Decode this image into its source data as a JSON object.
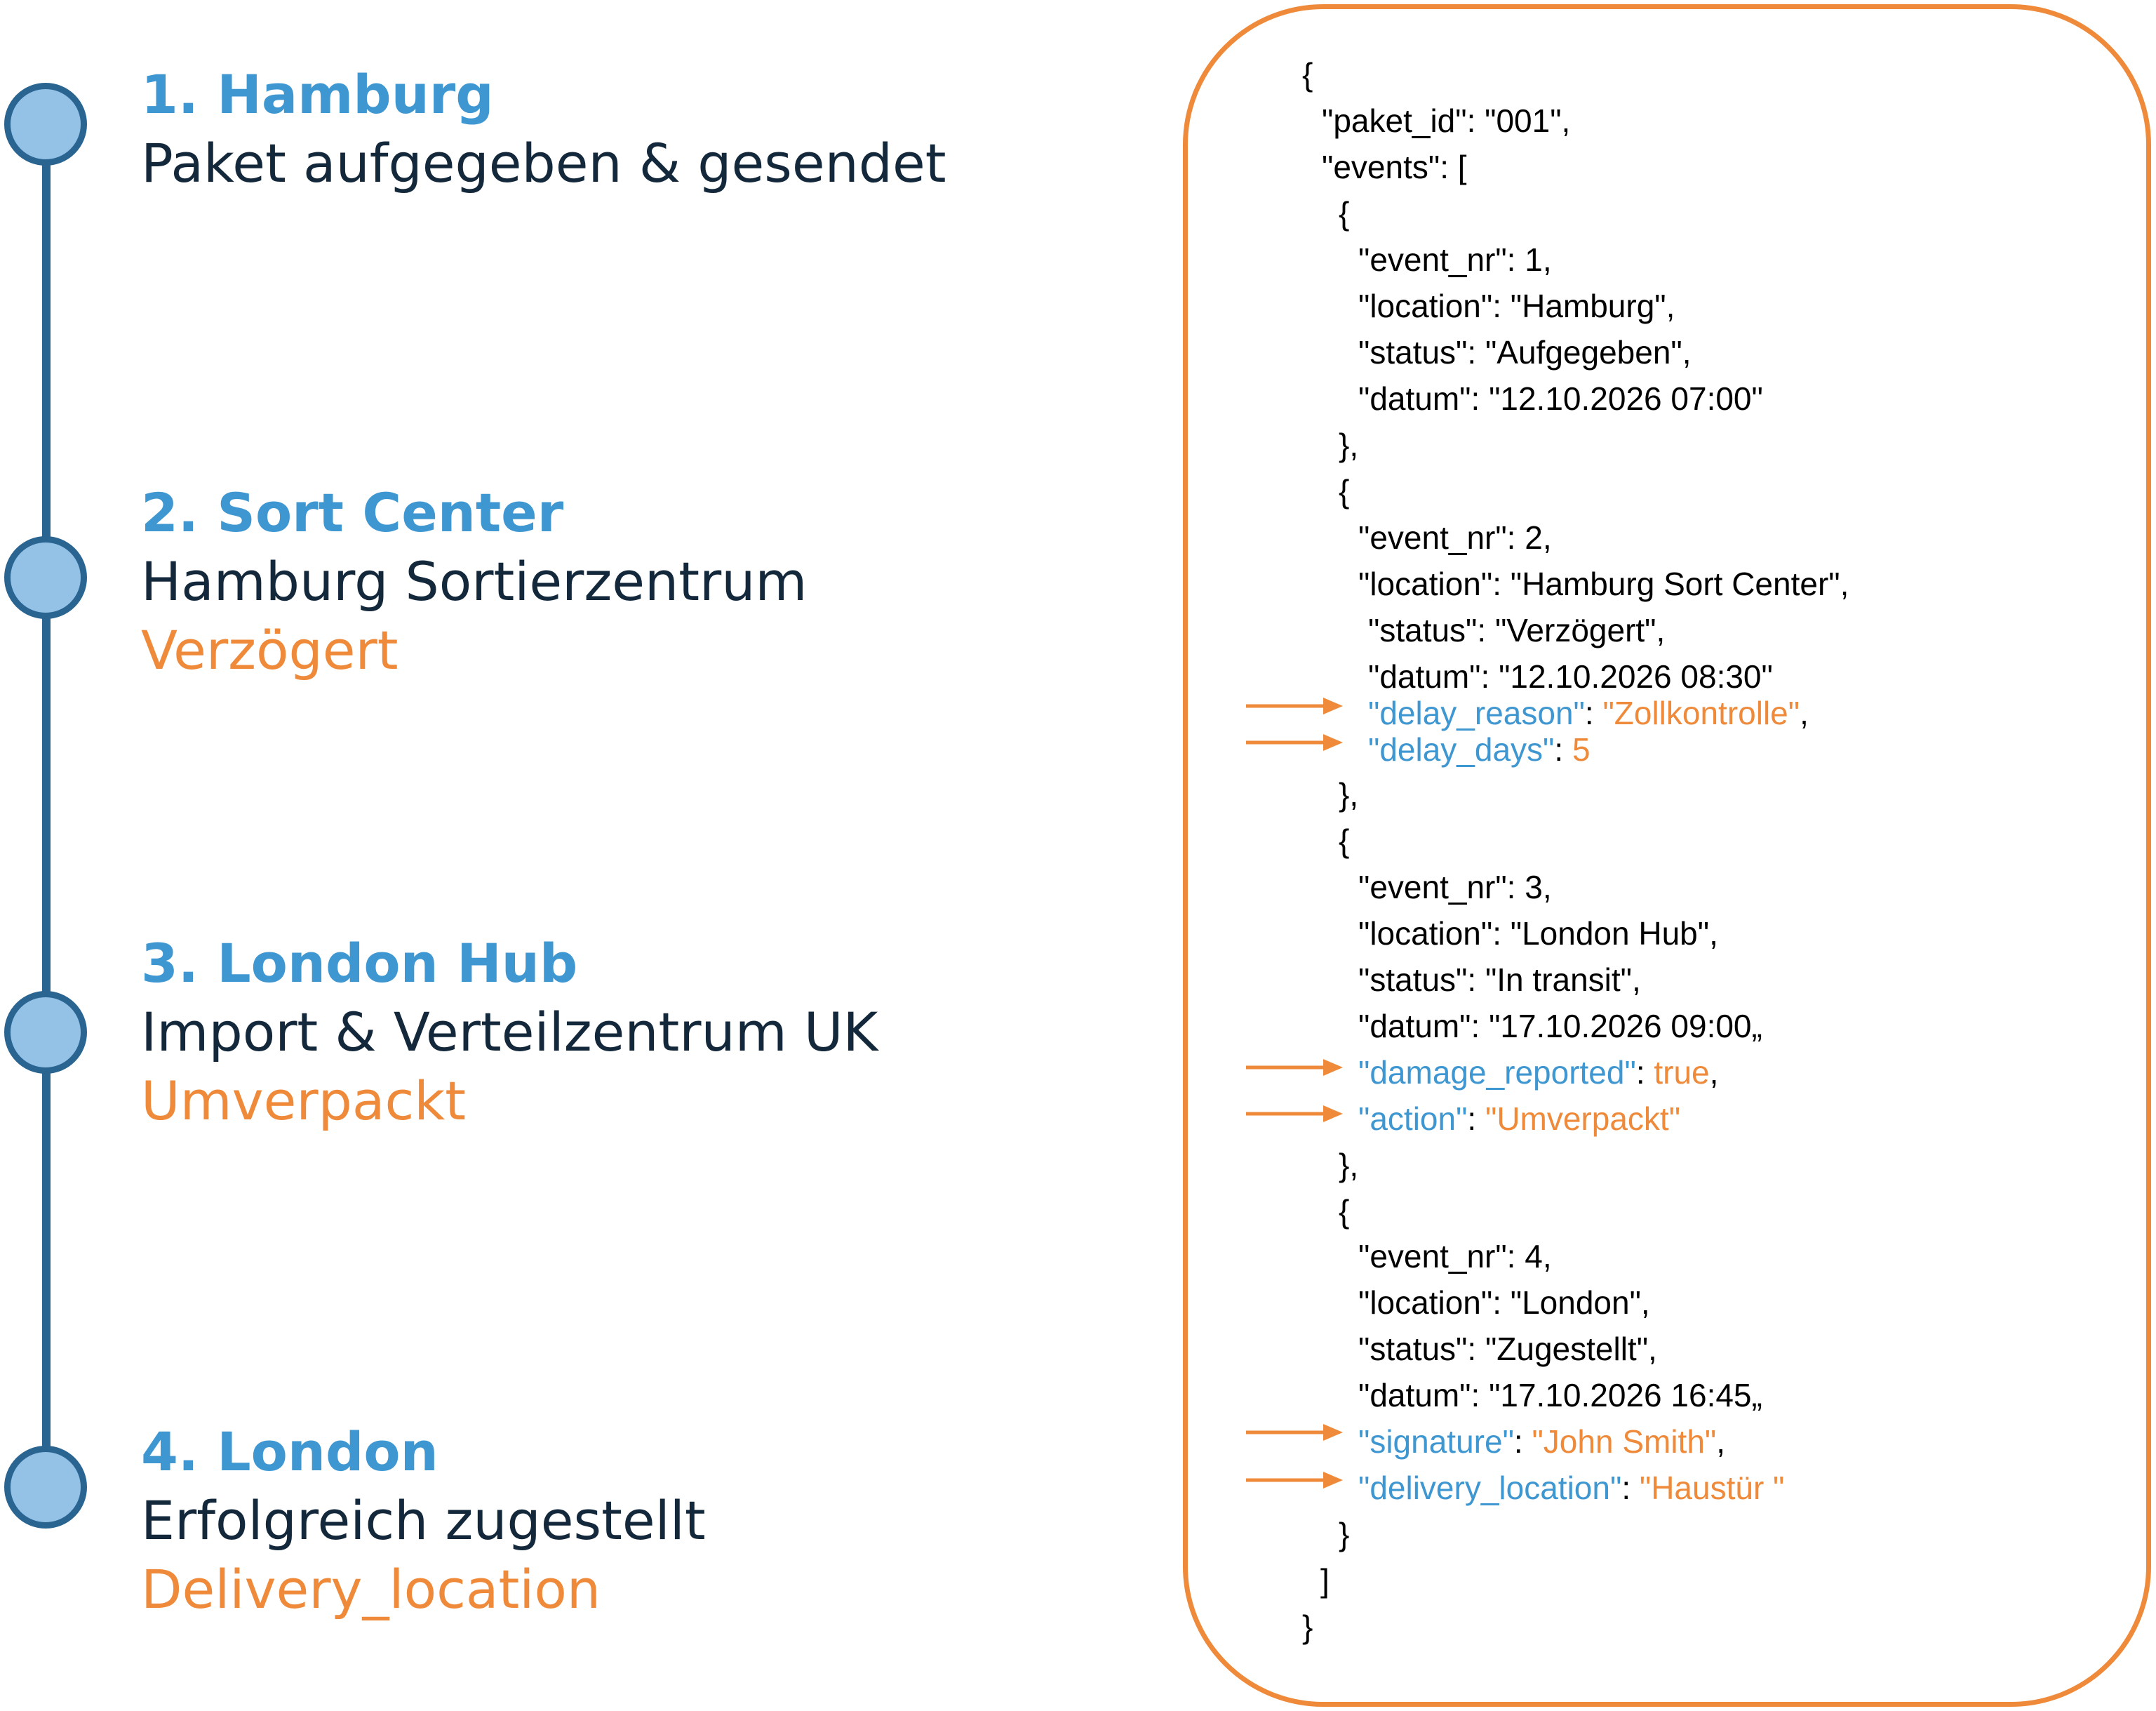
{
  "timeline": {
    "steps": [
      {
        "title": "1. Hamburg",
        "description": "Paket aufgegeben & gesendet",
        "note": ""
      },
      {
        "title": "2. Sort Center",
        "description": "Hamburg Sortierzentrum",
        "note": "Verzögert"
      },
      {
        "title": "3. London Hub",
        "description": "Import & Verteilzentrum UK",
        "note": "Umverpackt"
      },
      {
        "title": "4. London",
        "description": "Erfolgreich zugestellt",
        "note": "Delivery_location"
      }
    ]
  },
  "json": {
    "open_brace": "{",
    "paket_id_line": "\"paket_id\": \"001\",",
    "events_line": "\"events\": [",
    "event1": {
      "open": "{",
      "event_nr": "\"event_nr\": 1,",
      "location": "\"location\": \"Hamburg\",",
      "status": "\"status\": \"Aufgegeben\",",
      "datum": "\"datum\": \"12.10.2026 07:00\"",
      "close": "},"
    },
    "event2": {
      "open": "{",
      "event_nr": "\"event_nr\": 2,",
      "location": "\"location\": \"Hamburg Sort Center\",",
      "status": "\"status\": \"Verzögert\",",
      "datum": "\"datum\": \"12.10.2026 08:30\"",
      "delay_reason_key": "\"delay_reason\"",
      "delay_reason_value": "\"Zollkontrolle\"",
      "delay_days_key": "\"delay_days\"",
      "delay_days_value": "5",
      "close": "},"
    },
    "event3": {
      "open": "{",
      "event_nr": "\"event_nr\": 3,",
      "location": "\"location\": \"London Hub\",",
      "status": "\"status\": \"In transit\",",
      "datum": "\"datum\": \"17.10.2026 09:00„",
      "damage_key": "\"damage_reported\"",
      "damage_value": "true",
      "action_key": "\"action\"",
      "action_value": "\"Umverpackt\"",
      "close": "},"
    },
    "event4": {
      "open": "{",
      "event_nr": "\"event_nr\": 4,",
      "location": "\"location\": \"London\",",
      "status": "\"status\": \"Zugestellt\",",
      "datum": "\"datum\": \"17.10.2026 16:45„",
      "signature_key": "\"signature\"",
      "signature_value": "\"John Smith\"",
      "delivery_key": "\"delivery_location\"",
      "delivery_value": "\"Haustür \"",
      "close": "}"
    },
    "close_bracket": "]",
    "close_brace": "}"
  },
  "colors": {
    "line": "#2a6592",
    "node_fill": "#94c2e7",
    "title": "#3f97d2",
    "text": "#14283c",
    "accent": "#ee8a3a"
  }
}
